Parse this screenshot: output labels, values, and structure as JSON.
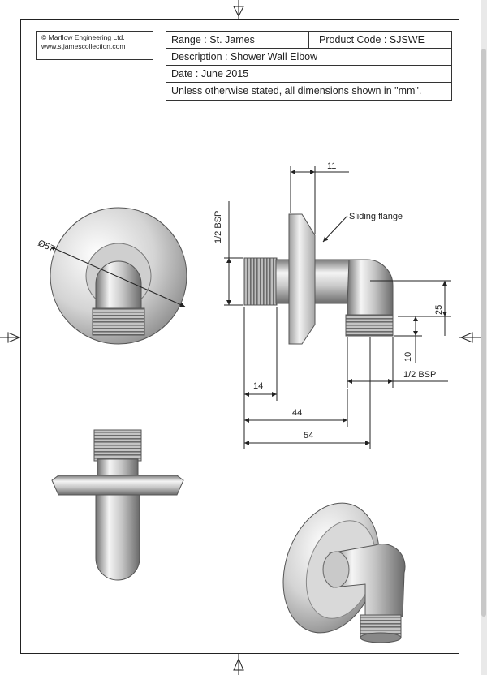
{
  "company": {
    "name": "© Marflow Engineering Ltd.",
    "website": "www.stjamescollection.com"
  },
  "title_block": {
    "range": "Range : St. James",
    "product_code": "Product Code : SJSWE",
    "description": "Description : Shower Wall Elbow",
    "date": "Date : June 2015",
    "note": "Unless otherwise stated, all dimensions shown in \"mm\"."
  },
  "dimensions": {
    "flange_diameter": "Ø57",
    "thread_inlet": "1/2 BSP",
    "thread_outlet": "1/2 BSP",
    "flange_thickness": "11",
    "height_offset": "25",
    "outlet_thread_length": "10",
    "inlet_thread_length": "14",
    "length_to_outlet": "44",
    "overall_length": "54"
  },
  "callouts": {
    "sliding_flange": "Sliding flange"
  },
  "colors": {
    "metal_light": "#f2f2f2",
    "metal_mid": "#b9b9b9",
    "metal_dark": "#6f6f6f",
    "line": "#222222"
  }
}
